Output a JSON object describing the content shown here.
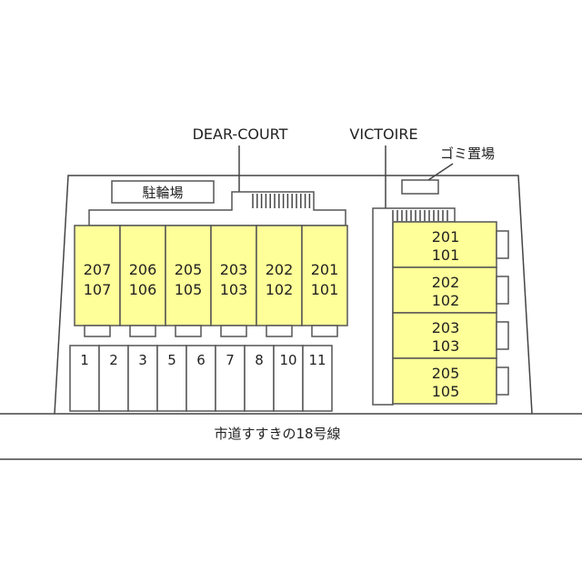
{
  "labels": {
    "dear_court": "DEAR-COURT",
    "victoire": "VICTOIRE",
    "bicycle_parking": "駐輪場",
    "garbage": "ゴミ置場",
    "road": "市道すすきの18号線"
  },
  "dear_court_units": [
    {
      "upper": "207",
      "lower": "107"
    },
    {
      "upper": "206",
      "lower": "106"
    },
    {
      "upper": "205",
      "lower": "105"
    },
    {
      "upper": "203",
      "lower": "103"
    },
    {
      "upper": "202",
      "lower": "102"
    },
    {
      "upper": "201",
      "lower": "101"
    }
  ],
  "victoire_units": [
    {
      "upper": "201",
      "lower": "101"
    },
    {
      "upper": "202",
      "lower": "102"
    },
    {
      "upper": "203",
      "lower": "103"
    },
    {
      "upper": "205",
      "lower": "105"
    }
  ],
  "parking_spaces": [
    "1",
    "2",
    "3",
    "5",
    "6",
    "7",
    "8",
    "10",
    "11"
  ],
  "colors": {
    "unit_fill": "#ffff99",
    "line": "#444444"
  }
}
